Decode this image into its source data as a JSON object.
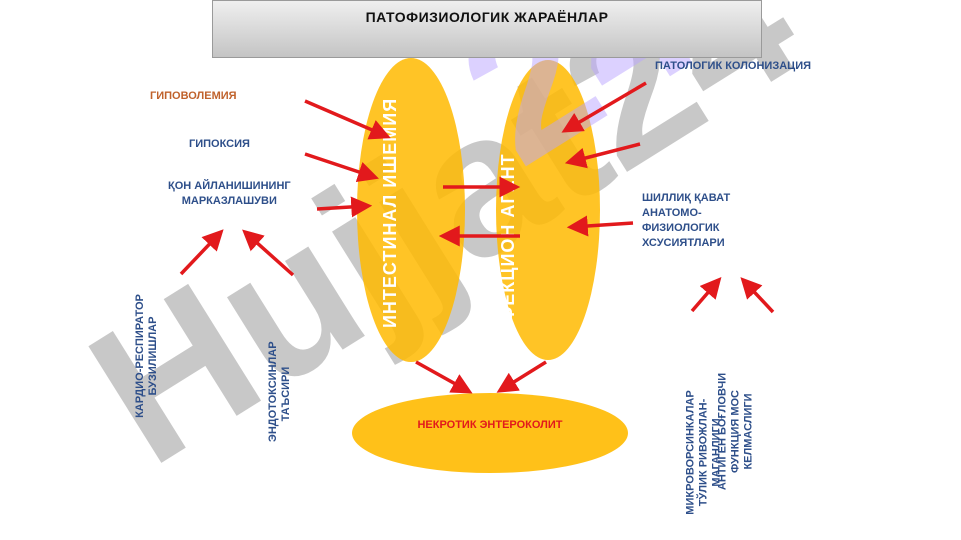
{
  "title": "ПАТОФИЗИОЛОГИК  ЖАРАЁНЛАР",
  "nodes": {
    "hypovolemia": "ГИПОВОЛЕМИЯ",
    "hypoxia": "ГИПОКСИЯ",
    "centralization": [
      "ҚОН АЙЛАНИШИНИНГ",
      "МАРКАЗЛАШУВИ"
    ],
    "pathologic_colonization": "ПАТОЛОГИК КОЛОНИЗАЦИЯ",
    "mucosa": [
      "ШИЛЛИҚ ҚАВАТ",
      "АНАТОМО-",
      "ФИЗИОЛОГИК",
      "ХСУСИЯТЛАРИ"
    ],
    "cardio": [
      "КАРДИО-РЕСПИРАТОР",
      "БУЗИЛИШЛАР"
    ],
    "endotoxin": [
      "ЭНДОТОКСИНЛАР",
      "ТАЪСИРИ"
    ],
    "microvilli": [
      "МИКРОВОРСИНКАЛАР",
      "ТЎЛИК  РИВОЖЛАН-",
      "МАГАНЛИГИ"
    ],
    "antigen": [
      "АНТИГЕН БОҒЛОВЧИ",
      "ФУНКЦИЯ  МОС",
      "КЕЛМАСЛИГИ"
    ],
    "oval_left": "ИНТЕСТИНАЛ ИШЕМИЯ",
    "oval_right": "ИНФЕКЦИОН АГЕНТ",
    "result": "НЕКРОТИК ЭНТЕРОКОЛИТ"
  },
  "watermark": "Hujjat24",
  "colors": {
    "oval": "#ffba00",
    "arrow": "#e2191c",
    "label_blue": "#2e4f8a",
    "label_brown": "#c0622c",
    "result_text": "#e2191c"
  }
}
